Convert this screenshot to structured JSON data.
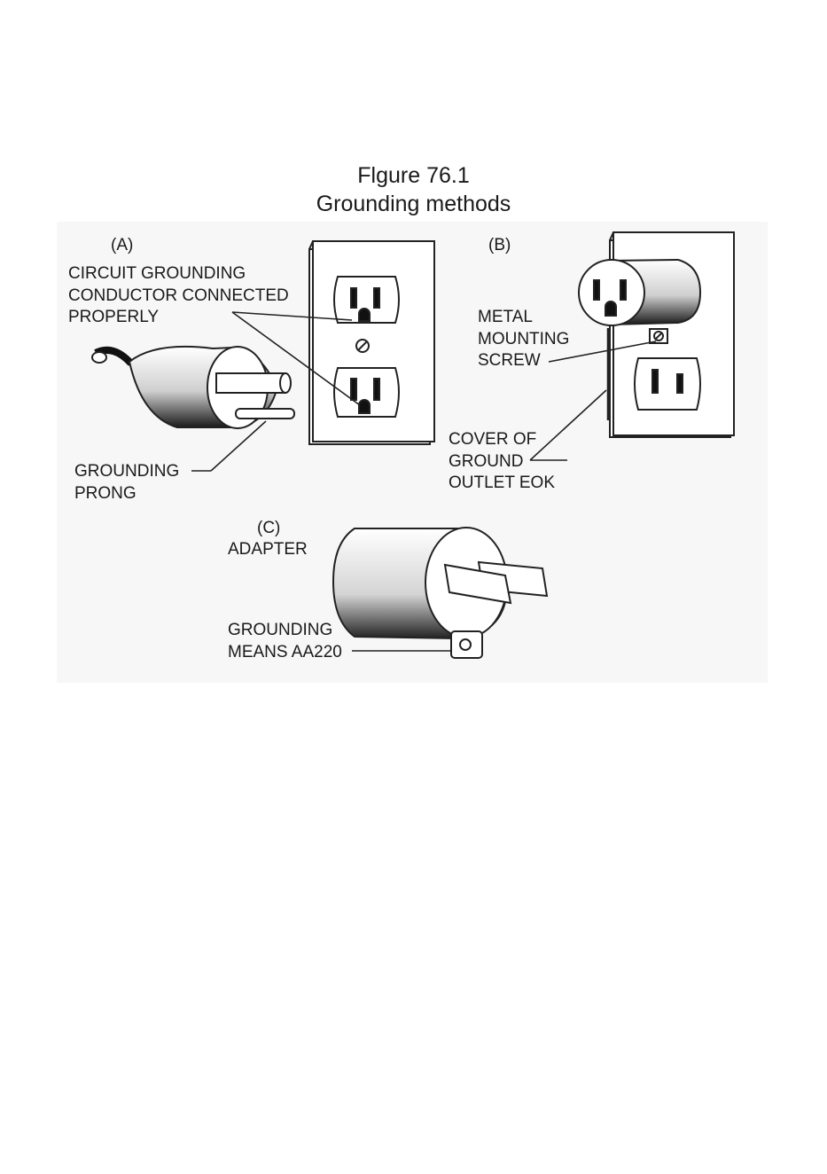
{
  "figure": {
    "title": "Flgure 76.1",
    "subtitle": "Grounding methods"
  },
  "panel_a": {
    "tag": "(A)",
    "conductor_label": [
      "CIRCUIT GROUNDING",
      "CONDUCTOR CONNECTED",
      "PROPERLY"
    ],
    "prong_label": [
      "GROUNDING",
      "PRONG"
    ]
  },
  "panel_b": {
    "tag": "(B)",
    "screw_label": [
      "METAL",
      "MOUNTING",
      "SCREW"
    ],
    "cover_label": [
      "COVER OF",
      "GROUND",
      "OUTLET EOK"
    ]
  },
  "panel_c": {
    "tag": "(C)",
    "adapter_label": "ADAPTER",
    "grounding_label": [
      "GROUNDING",
      "MEANS AA220"
    ]
  }
}
